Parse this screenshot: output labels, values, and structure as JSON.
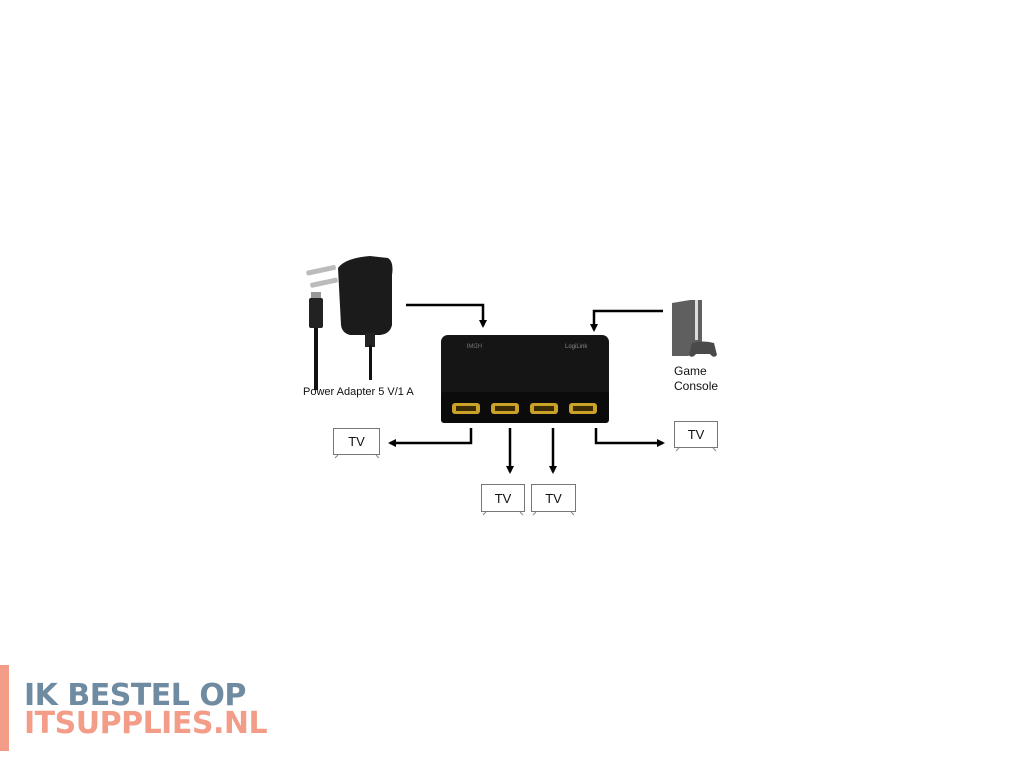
{
  "diagram": {
    "power_adapter_label": "Power Adapter 5 V/1 A",
    "console_label_line1": "Game",
    "console_label_line2": "Console",
    "splitter_brand": "LogiLink",
    "splitter_hdmi_mark": "HDMI",
    "tv_labels": [
      "TV",
      "TV",
      "TV",
      "TV"
    ],
    "port_color": "#c9a227",
    "arrow_color": "#000000"
  },
  "logo": {
    "line1": "IK BESTEL OP",
    "line2": "ITSUPPLIES.NL",
    "color_primary": "#6f8ba1",
    "color_accent": "#f39c87"
  }
}
